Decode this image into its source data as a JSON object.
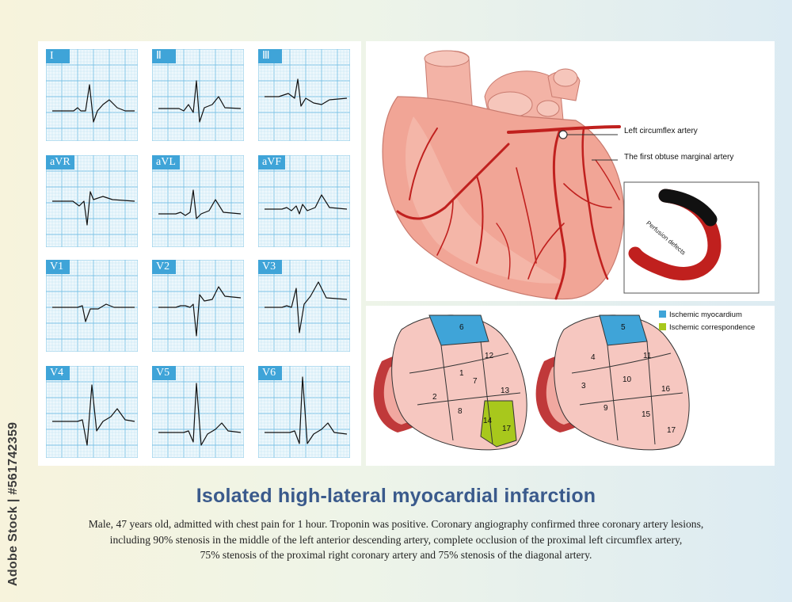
{
  "ecg": {
    "leads": [
      {
        "label": "I"
      },
      {
        "label": "Ⅱ"
      },
      {
        "label": "Ⅲ"
      },
      {
        "label": "aVR"
      },
      {
        "label": "aVL"
      },
      {
        "label": "aVF"
      },
      {
        "label": "V1"
      },
      {
        "label": "V2"
      },
      {
        "label": "V3"
      },
      {
        "label": "V4"
      },
      {
        "label": "V5"
      },
      {
        "label": "V6"
      }
    ]
  },
  "heart": {
    "callout_lcx": "Left circumflex artery",
    "callout_om1": "The first obtuse marginal artery",
    "perfusion_label": "Perfusion defects",
    "artery_color": "#c0201e",
    "heart_color": "#f1a596"
  },
  "segments": {
    "legend": [
      {
        "label": "Ischemic myocardium",
        "color": "#3fa4d8"
      },
      {
        "label": "Ischemic correspondence",
        "color": "#a8c81c"
      }
    ],
    "left_view_numbers": [
      "1",
      "2",
      "6",
      "7",
      "8",
      "12",
      "13",
      "14",
      "17"
    ],
    "right_view_numbers": [
      "3",
      "4",
      "5",
      "9",
      "10",
      "11",
      "15",
      "16",
      "17"
    ]
  },
  "title": "Isolated high-lateral myocardial infarction",
  "description": {
    "line1": "Male, 47 years old, admitted with chest pain for 1 hour. Troponin was positive. Coronary angiography confirmed three coronary artery lesions,",
    "line2": "including 90% stenosis in the middle of the left anterior descending artery, complete occlusion of the proximal left circumflex artery,",
    "line3": "75% stenosis of the proximal right coronary artery and 75% stenosis of the diagonal artery."
  },
  "watermark": "Adobe Stock | #561742359"
}
